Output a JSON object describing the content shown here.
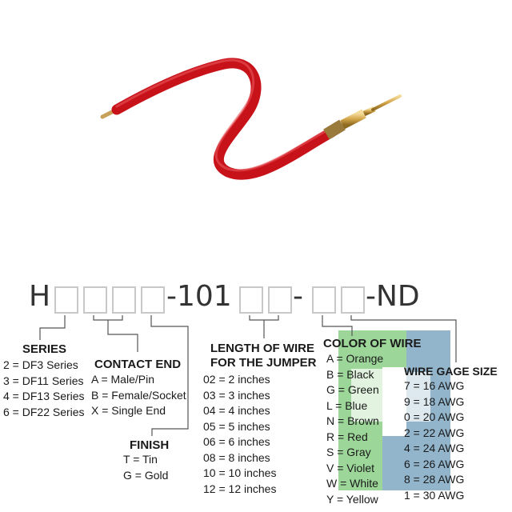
{
  "part_code": {
    "prefix": "H",
    "middle": "-101",
    "dash2": "-",
    "suffix": "-ND"
  },
  "series": {
    "heading": "SERIES",
    "items": [
      "2 = DF3 Series",
      "3 = DF11 Series",
      "4 = DF13 Series",
      "6 = DF22 Series"
    ]
  },
  "contact_end": {
    "heading": "CONTACT END",
    "items": [
      "A = Male/Pin",
      "B = Female/Socket",
      "X = Single End"
    ]
  },
  "finish": {
    "heading": "FINISH",
    "items": [
      "T = Tin",
      "G = Gold"
    ]
  },
  "length": {
    "heading_line1": "LENGTH OF WIRE",
    "heading_line2": "FOR THE JUMPER",
    "items": [
      "02 = 2 inches",
      "03 = 3 inches",
      "04 = 4 inches",
      "05 = 5 inches",
      "06 = 6 inches",
      "08 = 8 inches",
      "10 = 10 inches",
      "12 = 12 inches"
    ]
  },
  "color": {
    "heading": "COLOR OF WIRE",
    "items": [
      "A = Orange",
      "B = Black",
      "G = Green",
      "L = Blue",
      "N = Brown",
      "R = Red",
      "S = Gray",
      "V = Violet",
      "W = White",
      "Y = Yellow"
    ]
  },
  "gage": {
    "heading": "WIRE GAGE SIZE",
    "items": [
      "7 = 16 AWG",
      "9 = 18 AWG",
      "0 = 20 AWG",
      "2 = 22 AWG",
      "4 = 24 AWG",
      "6 = 26 AWG",
      "8 = 28 AWG",
      "1 = 30 AWG"
    ]
  },
  "colors": {
    "wire_red": "#c8121a",
    "pin_gold": "#d9b15a",
    "watermark_green": "#7cc47a",
    "watermark_blue": "#6f9bb8"
  }
}
